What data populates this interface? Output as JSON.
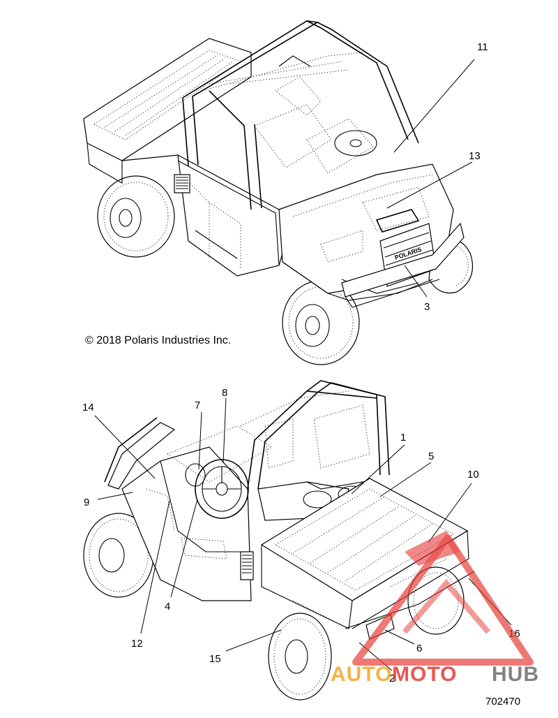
{
  "copyright": "© 2018 Polaris Industries Inc.",
  "part_number": "702470",
  "watermark": {
    "auto": "AUTO",
    "moto": "MOTO",
    "hub": "HUB",
    "colors": {
      "auto": "#f5a623",
      "moto": "#e53935",
      "hub": "#6d6d6d",
      "triangle": "#e53935"
    }
  },
  "callouts": {
    "c1": "1",
    "c2": "2",
    "c3": "3",
    "c4": "4",
    "c5": "5",
    "c6": "6",
    "c7": "7",
    "c8": "8",
    "c9": "9",
    "c10": "10",
    "c11": "11",
    "c12": "12",
    "c13": "13",
    "c14": "14",
    "c15": "15",
    "c16": "16"
  },
  "front_grille_text": "POLARIS"
}
